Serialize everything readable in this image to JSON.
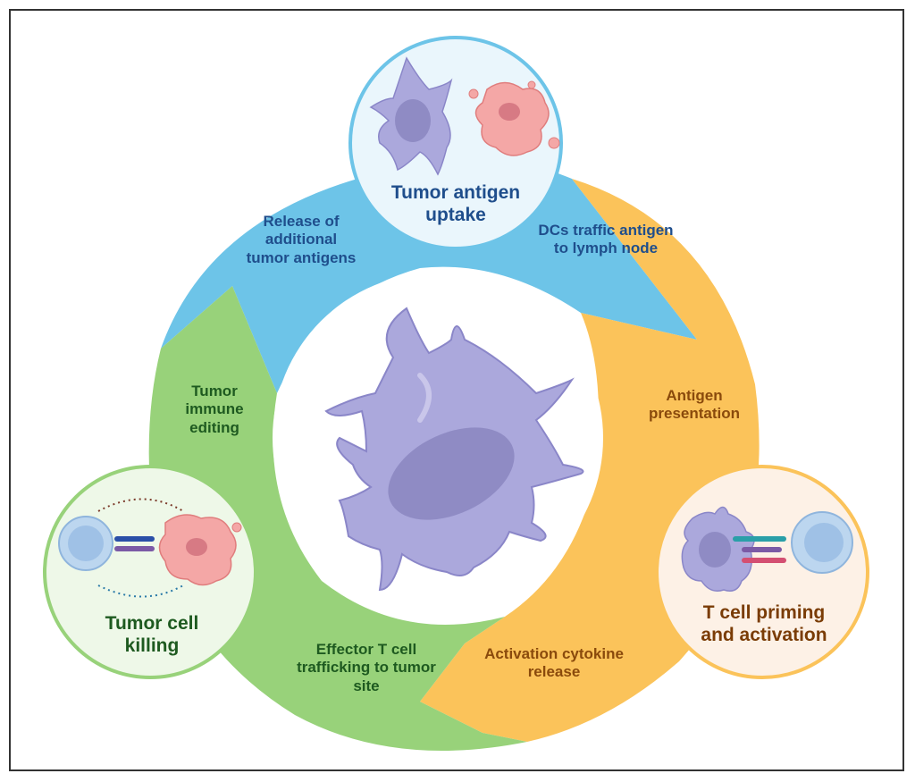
{
  "colors": {
    "blue_segment": "#6dc4e8",
    "orange_segment": "#fbc35a",
    "green_segment": "#98d27a",
    "cell_body": "#aba8dc",
    "tumor": "#f4a7a6",
    "blue_text": "#1f4e8c",
    "orange_text": "#8a4a0c",
    "green_text": "#1e5a20"
  },
  "nodes": {
    "tumor_antigen_uptake": "Tumor antigen uptake",
    "t_cell_priming": "T cell priming and activation",
    "tumor_cell_killing": "Tumor cell killing"
  },
  "labels": {
    "dcs_traffic": "DCs traffic antigen to lymph node",
    "antigen_presentation": "Antigen presentation",
    "activation_cytokine": "Activation cytokine release",
    "effector_trafficking": "Effector T cell trafficking to tumor site",
    "tumor_immune_editing": "Tumor immune editing",
    "release_antigens": "Release of additional tumor antigens"
  },
  "icons": [
    "dendritic-cell-icon",
    "tumor-cell-icon",
    "t-cell-icon",
    "receptor-complex-icon"
  ]
}
